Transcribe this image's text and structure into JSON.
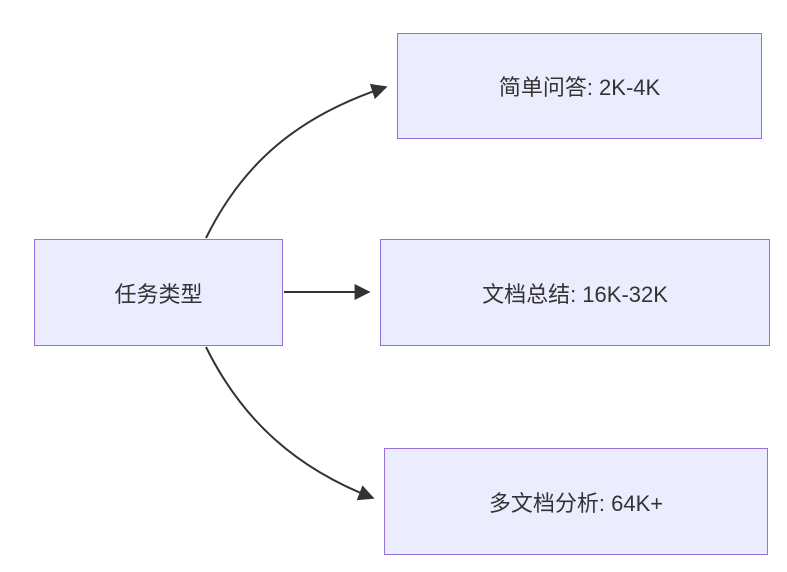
{
  "diagram": {
    "type": "flowchart",
    "direction": "left-to-right",
    "root": {
      "label": "任务类型"
    },
    "nodes": [
      {
        "id": "top",
        "label": "简单问答: 2K-4K"
      },
      {
        "id": "middle",
        "label": "文档总结: 16K-32K"
      },
      {
        "id": "bottom",
        "label": "多文档分析: 64K+"
      }
    ],
    "edges": [
      {
        "from": "root",
        "to": "top"
      },
      {
        "from": "root",
        "to": "middle"
      },
      {
        "from": "root",
        "to": "bottom"
      }
    ],
    "colors": {
      "node_fill": "#ECECFF",
      "node_border": "#9370DB",
      "arrow": "#333333",
      "text": "#333333",
      "background": "#FFFFFF"
    }
  }
}
